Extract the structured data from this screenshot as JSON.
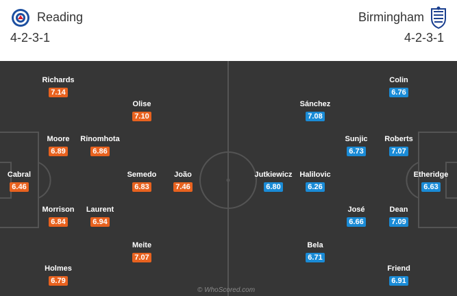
{
  "home": {
    "name": "Reading",
    "formation": "4-2-3-1",
    "color": "#e8621f",
    "logo_icon": "reading-fc-crest-icon",
    "players": [
      {
        "name": "Cabral",
        "rating": "6.46"
      },
      {
        "name": "Richards",
        "rating": "7.14"
      },
      {
        "name": "Moore",
        "rating": "6.89"
      },
      {
        "name": "Morrison",
        "rating": "6.84"
      },
      {
        "name": "Holmes",
        "rating": "6.79"
      },
      {
        "name": "Rinomhota",
        "rating": "6.86"
      },
      {
        "name": "Laurent",
        "rating": "6.94"
      },
      {
        "name": "Olise",
        "rating": "7.10"
      },
      {
        "name": "Semedo",
        "rating": "6.83"
      },
      {
        "name": "Meite",
        "rating": "7.07"
      },
      {
        "name": "João",
        "rating": "7.46"
      }
    ]
  },
  "away": {
    "name": "Birmingham",
    "formation": "4-2-3-1",
    "color": "#1a8bd6",
    "logo_icon": "birmingham-city-crest-icon",
    "players": [
      {
        "name": "Etheridge",
        "rating": "6.63"
      },
      {
        "name": "Colin",
        "rating": "6.76"
      },
      {
        "name": "Roberts",
        "rating": "7.07"
      },
      {
        "name": "Dean",
        "rating": "7.09"
      },
      {
        "name": "Friend",
        "rating": "6.91"
      },
      {
        "name": "Sunjic",
        "rating": "6.73"
      },
      {
        "name": "José",
        "rating": "6.66"
      },
      {
        "name": "Sánchez",
        "rating": "7.08"
      },
      {
        "name": "Halilovic",
        "rating": "6.26"
      },
      {
        "name": "Bela",
        "rating": "6.71"
      },
      {
        "name": "Jutkiewicz",
        "rating": "6.80"
      }
    ]
  },
  "watermark": "© WhoScored.com"
}
